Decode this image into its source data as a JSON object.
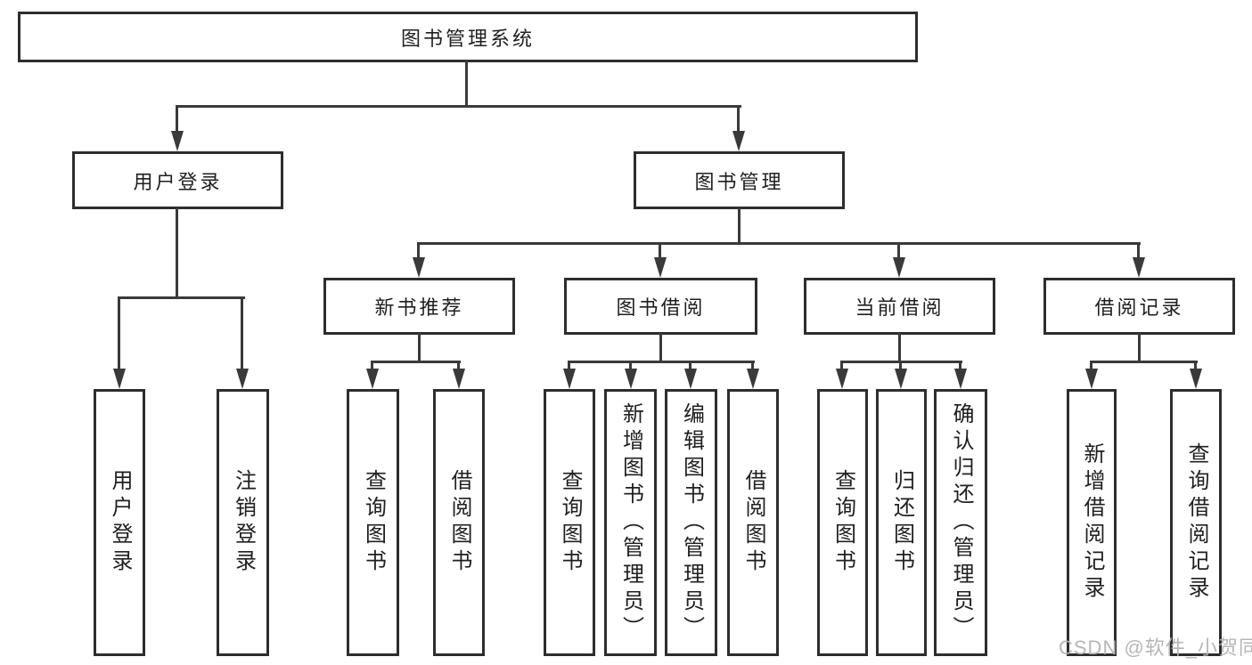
{
  "nodes": {
    "root": "图书管理系统",
    "level2": [
      "用户登录",
      "图书管理"
    ],
    "level3": [
      "新书推荐",
      "图书借阅",
      "当前借阅",
      "借阅记录"
    ],
    "leaves": [
      "用户登录",
      "注销登录",
      "查询图书",
      "借阅图书",
      "查询图书",
      "新增图书（管理员）",
      "编辑图书（管理员）",
      "借阅图书",
      "查询图书",
      "归还图书",
      "确认归还（管理员）",
      "新增借阅记录",
      "查询借阅记录"
    ]
  },
  "hierarchy": {
    "图书管理系统": [
      "用户登录",
      "图书管理"
    ],
    "用户登录": [
      "用户登录",
      "注销登录"
    ],
    "图书管理": [
      "新书推荐",
      "图书借阅",
      "当前借阅",
      "借阅记录"
    ],
    "新书推荐": [
      "查询图书",
      "借阅图书"
    ],
    "图书借阅": [
      "查询图书",
      "新增图书（管理员）",
      "编辑图书（管理员）",
      "借阅图书"
    ],
    "当前借阅": [
      "查询图书",
      "归还图书",
      "确认归还（管理员）"
    ],
    "借阅记录": [
      "新增借阅记录",
      "查询借阅记录"
    ]
  },
  "watermark": "CSDN @软件_小贺同学",
  "colors": {
    "line": "#3a3a3a",
    "border": "#2d2d2d",
    "text": "#1f1f1f",
    "watermark": "#b3b3b3",
    "background": "#ffffff"
  }
}
